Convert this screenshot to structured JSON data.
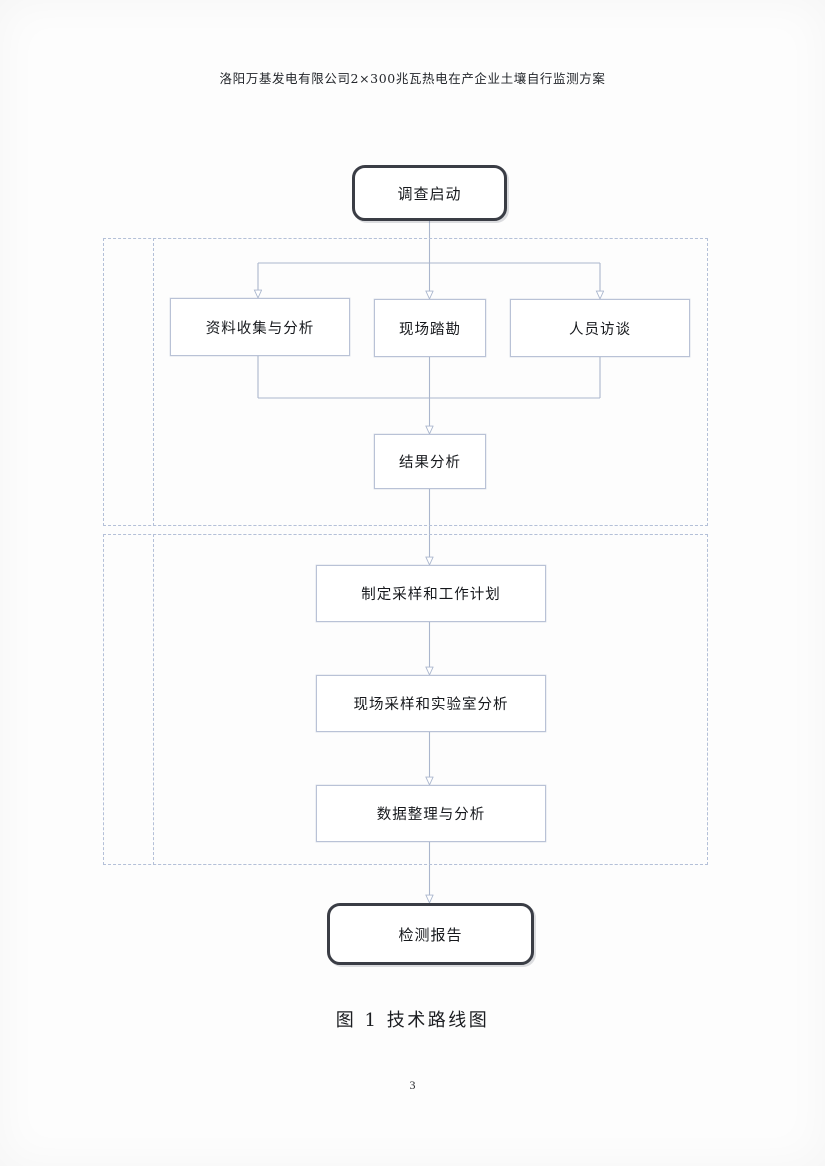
{
  "document": {
    "header_title": "洛阳万基发电有限公司2×300兆瓦热电在产企业土壤自行监测方案",
    "figure_caption": "图 1  技术路线图",
    "page_number": "3"
  },
  "colors": {
    "paper": "#fdfdfd",
    "box_border": "#b9c2d6",
    "terminator_border": "#3a3d45",
    "group_dash": "#b4c0d8",
    "connector": "#aab6cd",
    "text": "#16181c"
  },
  "flowchart": {
    "type": "flowchart",
    "title": "图 1  技术路线图",
    "nodes": [
      {
        "id": "start",
        "label": "调查启动",
        "shape": "terminator"
      },
      {
        "id": "collect",
        "label": "资料收集与分析",
        "shape": "process"
      },
      {
        "id": "survey",
        "label": "现场踏勘",
        "shape": "process"
      },
      {
        "id": "inter",
        "label": "人员访谈",
        "shape": "process"
      },
      {
        "id": "result",
        "label": "结果分析",
        "shape": "process"
      },
      {
        "id": "plan",
        "label": "制定采样和工作计划",
        "shape": "process"
      },
      {
        "id": "sample",
        "label": "现场采样和实验室分析",
        "shape": "process"
      },
      {
        "id": "data",
        "label": "数据整理与分析",
        "shape": "process"
      },
      {
        "id": "report",
        "label": "检测报告",
        "shape": "terminator"
      }
    ],
    "groups": [
      {
        "id": "phase-1",
        "contains": [
          "collect",
          "survey",
          "inter",
          "result"
        ],
        "style": "dashed"
      },
      {
        "id": "phase-2",
        "contains": [
          "plan",
          "sample",
          "data"
        ],
        "style": "dashed"
      }
    ],
    "edges": [
      {
        "from": "start",
        "to": "collect"
      },
      {
        "from": "start",
        "to": "survey"
      },
      {
        "from": "start",
        "to": "inter"
      },
      {
        "from": "collect",
        "to": "result"
      },
      {
        "from": "survey",
        "to": "result"
      },
      {
        "from": "inter",
        "to": "result"
      },
      {
        "from": "result",
        "to": "plan"
      },
      {
        "from": "plan",
        "to": "sample"
      },
      {
        "from": "sample",
        "to": "data"
      },
      {
        "from": "data",
        "to": "report"
      }
    ]
  }
}
